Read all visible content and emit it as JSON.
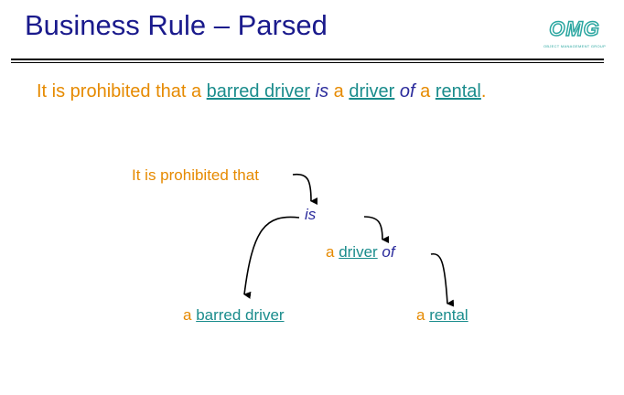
{
  "title": "Business Rule – Parsed",
  "logo": {
    "word": "OMG",
    "subtitle": "OBJECT MANAGEMENT GROUP"
  },
  "sentence": {
    "p1": "It is prohibited that a ",
    "term1": "barred driver",
    "p2": " ",
    "verb1": "is",
    "p3": " a ",
    "term2": "driver",
    "p4": " ",
    "verb2": "of",
    "p5": " a ",
    "term3": "rental",
    "p6": "."
  },
  "tree": {
    "modal": "It is prohibited that",
    "verb_is": "is",
    "driver_node": {
      "article": "a ",
      "term": "driver",
      "verb": " of"
    },
    "barred_node": {
      "article": "a ",
      "term": "barred driver"
    },
    "rental_node": {
      "article": "a ",
      "term": "rental"
    }
  },
  "colors": {
    "title": "#1a1a8c",
    "modal_text": "#e68a00",
    "term": "#1a8c8c",
    "verb": "#2b2b9c",
    "logo": "#2aa6a0"
  }
}
